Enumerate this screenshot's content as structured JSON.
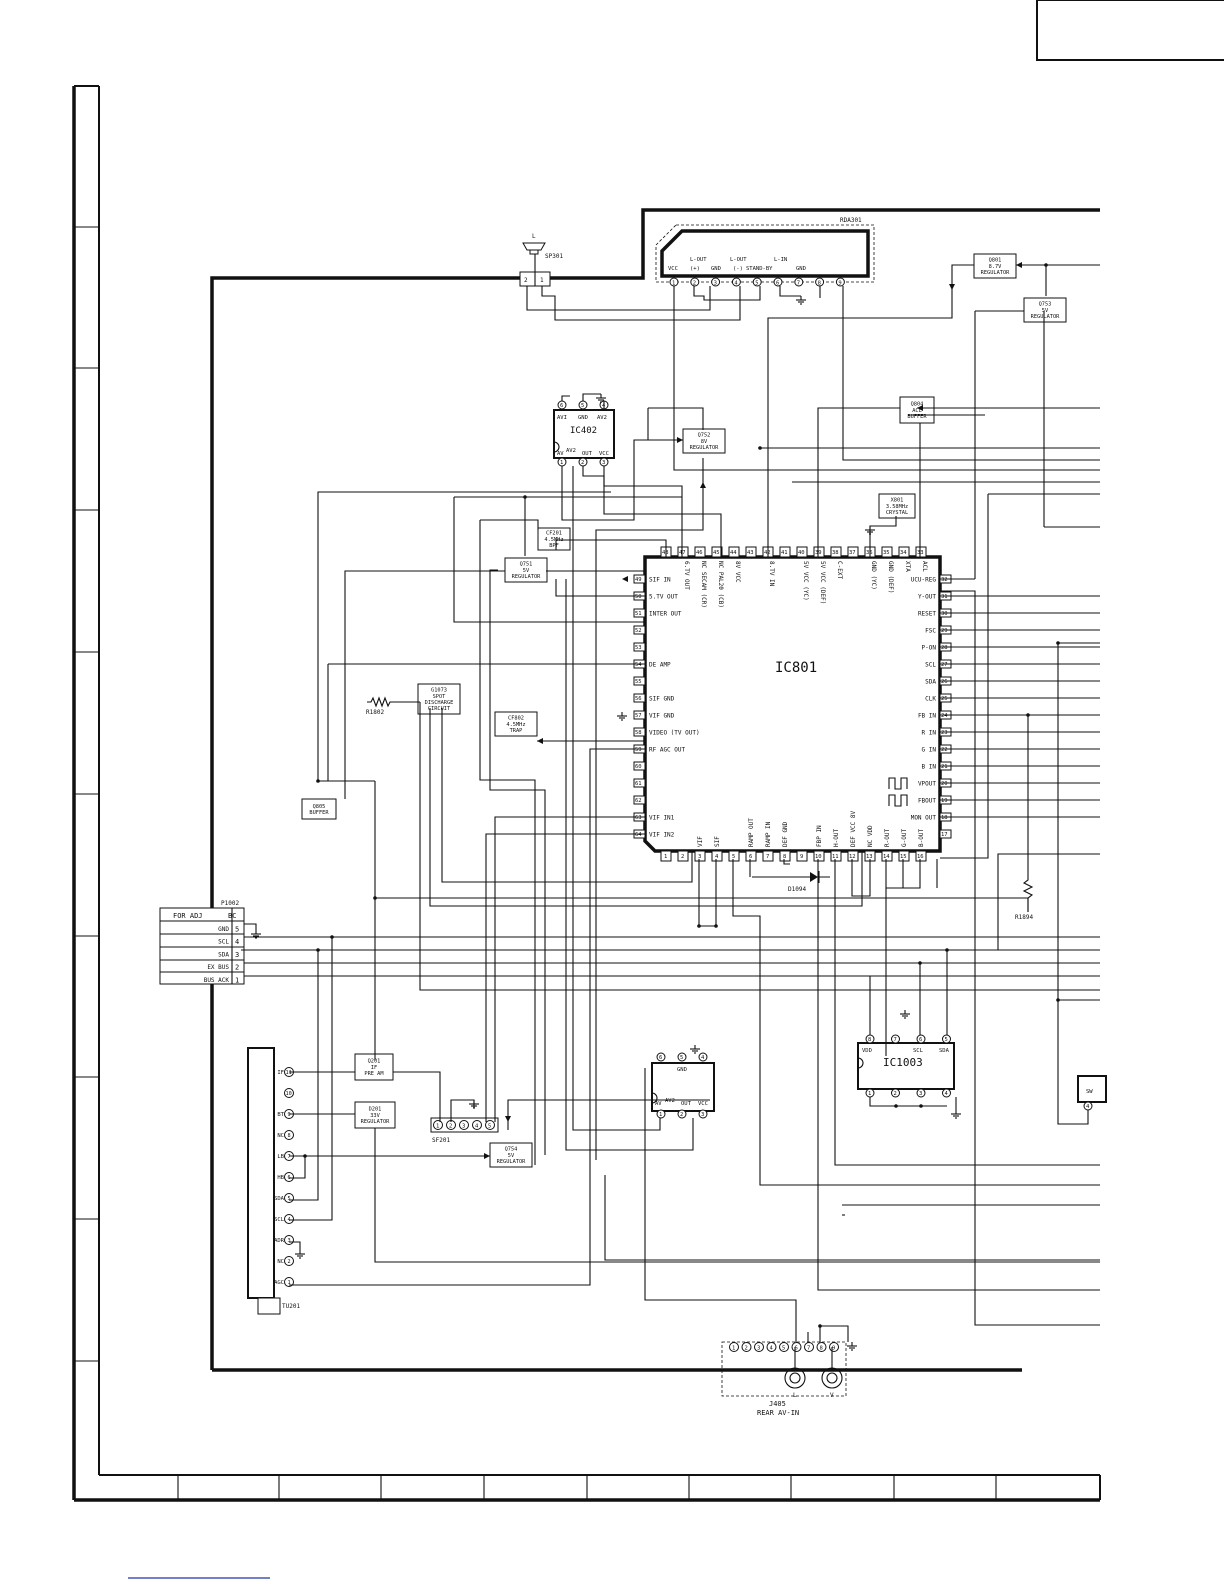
{
  "ic801": {
    "ref": "IC801",
    "left_pins": [
      {
        "n": "49",
        "label": "SIF IN"
      },
      {
        "n": "50",
        "label": "5.TV OUT"
      },
      {
        "n": "51",
        "label": "INTER OUT"
      },
      {
        "n": "52",
        "label": ""
      },
      {
        "n": "53",
        "label": ""
      },
      {
        "n": "54",
        "label": "DE AMP"
      },
      {
        "n": "55",
        "label": ""
      },
      {
        "n": "56",
        "label": "SIF GND"
      },
      {
        "n": "57",
        "label": "VIF GND"
      },
      {
        "n": "58",
        "label": "VIDEO (TV OUT)"
      },
      {
        "n": "59",
        "label": "RF AGC OUT"
      },
      {
        "n": "60",
        "label": ""
      },
      {
        "n": "61",
        "label": ""
      },
      {
        "n": "62",
        "label": ""
      },
      {
        "n": "63",
        "label": "VIF IN1"
      },
      {
        "n": "64",
        "label": "VIF IN2"
      }
    ],
    "right_pins": [
      {
        "n": "32",
        "label": "UCU-REG"
      },
      {
        "n": "31",
        "label": "Y-OUT"
      },
      {
        "n": "30",
        "label": "RESET"
      },
      {
        "n": "29",
        "label": "FSC"
      },
      {
        "n": "28",
        "label": "P-ON"
      },
      {
        "n": "27",
        "label": "SCL"
      },
      {
        "n": "26",
        "label": "SDA"
      },
      {
        "n": "25",
        "label": "CLK"
      },
      {
        "n": "24",
        "label": "FB IN"
      },
      {
        "n": "23",
        "label": "R IN"
      },
      {
        "n": "22",
        "label": "G IN"
      },
      {
        "n": "21",
        "label": "B IN"
      },
      {
        "n": "20",
        "label": "VPOUT"
      },
      {
        "n": "19",
        "label": "FBOUT"
      },
      {
        "n": "18",
        "label": "MON OUT"
      },
      {
        "n": "17",
        "label": ""
      }
    ],
    "top_pins": [
      {
        "n": "48",
        "label": ""
      },
      {
        "n": "47",
        "label": "6.TV OUT"
      },
      {
        "n": "46",
        "label": "NC SECAM (CR)"
      },
      {
        "n": "45",
        "label": "NC PAL20 (CB)"
      },
      {
        "n": "44",
        "label": "8V VCC"
      },
      {
        "n": "43",
        "label": ""
      },
      {
        "n": "42",
        "label": "8.TV IN"
      },
      {
        "n": "41",
        "label": ""
      },
      {
        "n": "40",
        "label": "5V VCC (YC)"
      },
      {
        "n": "39",
        "label": "5V VCC (DEF)"
      },
      {
        "n": "38",
        "label": "C-EXT"
      },
      {
        "n": "37",
        "label": ""
      },
      {
        "n": "36",
        "label": "GND (YC)"
      },
      {
        "n": "35",
        "label": "GND (DEF)"
      },
      {
        "n": "34",
        "label": "XTA"
      },
      {
        "n": "33",
        "label": "ACL"
      }
    ],
    "bottom_pins": [
      {
        "n": "1",
        "label": ""
      },
      {
        "n": "2",
        "label": ""
      },
      {
        "n": "3",
        "label": "VIF"
      },
      {
        "n": "4",
        "label": "SIF"
      },
      {
        "n": "5",
        "label": ""
      },
      {
        "n": "6",
        "label": "RAMP OUT"
      },
      {
        "n": "7",
        "label": "RAMP IN"
      },
      {
        "n": "8",
        "label": "DEF GND"
      },
      {
        "n": "9",
        "label": ""
      },
      {
        "n": "10",
        "label": "FBP IN"
      },
      {
        "n": "11",
        "label": "H-OUT"
      },
      {
        "n": "12",
        "label": "DEF VCC 8V"
      },
      {
        "n": "13",
        "label": "NC VDD"
      },
      {
        "n": "14",
        "label": "R-OUT"
      },
      {
        "n": "15",
        "label": "G-OUT"
      },
      {
        "n": "16",
        "label": "B-OUT"
      }
    ]
  },
  "rda301": {
    "ref": "RDA301",
    "labels": [
      "VCC",
      "L-OUT",
      "(+)",
      "GND",
      "L-OUT",
      "(-)",
      "STAND-BY",
      "L-IN",
      "GND"
    ],
    "pins": [
      "1",
      "2",
      "3",
      "4",
      "5",
      "6",
      "7",
      "8",
      "9"
    ]
  },
  "sp301": {
    "ref": "SP301",
    "label": "L",
    "pins": [
      "2",
      "1"
    ]
  },
  "ic402": {
    "ref": "IC402",
    "labels": [
      "AVI",
      "GND",
      "AV2",
      "AV",
      "AV2",
      "OUT",
      "VCC"
    ],
    "top_pins": [
      "6",
      "5",
      "4"
    ],
    "bottom_pins": [
      "1",
      "2",
      "3"
    ]
  },
  "ic_sw": {
    "labels": [
      "GND",
      "AV",
      "AV2",
      "OUT",
      "VCC"
    ],
    "top_pins": [
      "6",
      "5",
      "4"
    ],
    "bottom_pins": [
      "1",
      "2",
      "3"
    ]
  },
  "ic1003": {
    "ref": "IC1003",
    "labels": [
      "VDD",
      "SCL",
      "SDA"
    ],
    "top_pins": [
      "8",
      "7",
      "6",
      "5"
    ],
    "bottom_pins": [
      "1",
      "2",
      "3",
      "4"
    ]
  },
  "blocks": {
    "q801": [
      "Q801",
      "8.7V",
      "REGULATOR"
    ],
    "q753": [
      "Q753",
      "5V",
      "REGULATOR"
    ],
    "q804": [
      "Q804",
      "ACL",
      "BUFFER"
    ],
    "q752": [
      "Q752",
      "8V",
      "REGULATOR"
    ],
    "x801": [
      "X801",
      "3.58MHz",
      "CRYSTAL"
    ],
    "cf201": [
      "CF201",
      "4.5MHz",
      "BPF"
    ],
    "q751": [
      "Q751",
      "5V",
      "REGULATOR"
    ],
    "g1073": [
      "G1073",
      "SPOT",
      "DISCHARGE",
      "CIRCUIT"
    ],
    "cf802": [
      "CF802",
      "4.5MHz",
      "TRAP"
    ],
    "q805": [
      "Q805",
      "BUFFER"
    ],
    "q201": [
      "Q201",
      "IF",
      "PRE AM"
    ],
    "d201": [
      "D201",
      "33V",
      "REGULATOR"
    ],
    "q754": [
      "Q754",
      "5V",
      "REGULATOR"
    ]
  },
  "passives": {
    "r1802": "R1802",
    "r1894": "R1894",
    "d1094": "D1094"
  },
  "p1002": {
    "ref": "P1002",
    "header": [
      "FOR ADJ",
      "BC"
    ],
    "rows": [
      {
        "label": "GND",
        "n": "5"
      },
      {
        "label": "SCL",
        "n": "4"
      },
      {
        "label": "SDA",
        "n": "3"
      },
      {
        "label": "EX BUS",
        "n": "2"
      },
      {
        "label": "BUS ACK",
        "n": "1"
      }
    ]
  },
  "tu201": {
    "ref": "TU201",
    "pins": [
      {
        "label": "IF",
        "n": "11"
      },
      {
        "label": "",
        "n": "10"
      },
      {
        "label": "BT",
        "n": "9"
      },
      {
        "label": "NC",
        "n": "8"
      },
      {
        "label": "LB",
        "n": "7"
      },
      {
        "label": "HB",
        "n": "6"
      },
      {
        "label": "SDA",
        "n": "5"
      },
      {
        "label": "SCL",
        "n": "4"
      },
      {
        "label": "ADR",
        "n": "3"
      },
      {
        "label": "NC",
        "n": "2"
      },
      {
        "label": "AGC",
        "n": "1"
      }
    ]
  },
  "sf201": {
    "ref": "SF201",
    "pins": [
      "1",
      "2",
      "3",
      "4",
      "5"
    ]
  },
  "j405": {
    "ref": "J405",
    "caption": "REAR AV-IN",
    "pins": [
      "1",
      "2",
      "3",
      "4",
      "5",
      "6",
      "7",
      "8",
      "9"
    ],
    "jack_labels": [
      "L",
      "V"
    ]
  },
  "sw_partial": {
    "label": "SW",
    "pin": "4"
  }
}
